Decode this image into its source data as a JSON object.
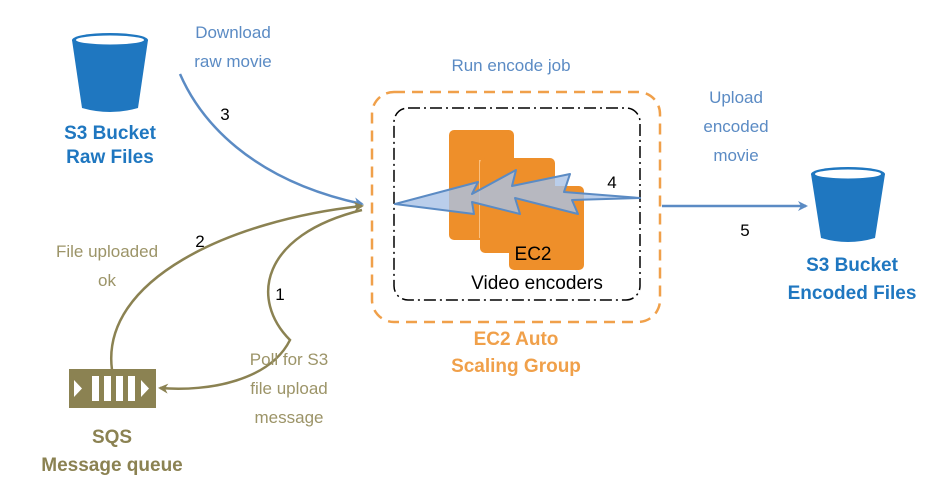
{
  "colors": {
    "s3_blue": "#1f77c0",
    "label_blue": "#5b8bc4",
    "arrow_blue": "#5b8bc4",
    "olive": "#8b8252",
    "olive_text": "#9c9468",
    "orange": "#f0a04a",
    "ec2_orange": "#ee8f2a",
    "lightning_fill": "#a9c2e6",
    "lightning_stroke": "#5b8bc4"
  },
  "s3_raw": {
    "line1": "S3 Bucket",
    "line2": "Raw Files"
  },
  "s3_encoded": {
    "line1": "S3 Bucket",
    "line2": "Encoded Files"
  },
  "sqs": {
    "line1": "SQS",
    "line2": "Message queue"
  },
  "asg": {
    "line1": "EC2 Auto",
    "line2": "Scaling Group",
    "run_label": "Run encode job"
  },
  "ec2": {
    "label": "EC2",
    "caption": "Video encoders"
  },
  "steps": {
    "s1": {
      "num": "1",
      "line1": "Poll for S3",
      "line2": "file upload",
      "line3": "message"
    },
    "s2": {
      "num": "2",
      "line1": "File uploaded",
      "line2": "ok"
    },
    "s3": {
      "num": "3",
      "line1": "Download",
      "line2": "raw movie"
    },
    "s4": {
      "num": "4"
    },
    "s5": {
      "num": "5",
      "line1": "Upload",
      "line2": "encoded",
      "line3": "movie"
    }
  }
}
